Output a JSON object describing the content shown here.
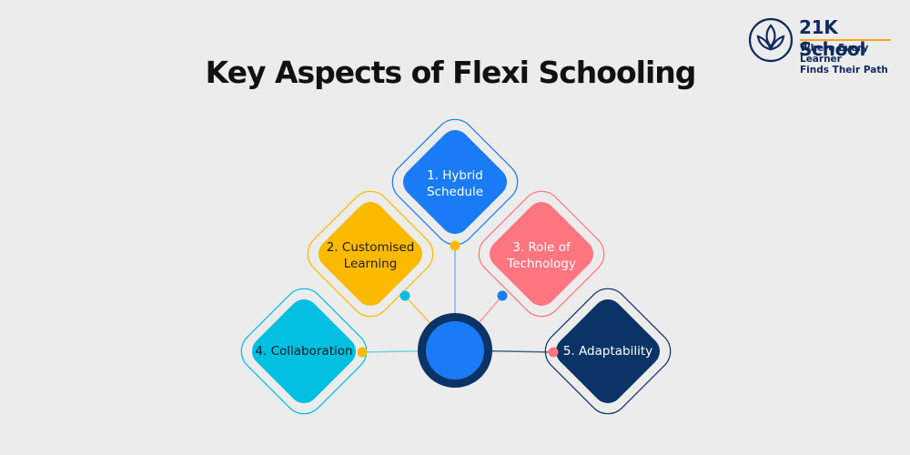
{
  "brand": {
    "name": "21K School",
    "tagline_line1": "Where Every Learner",
    "tagline_line2": "Finds Their Path",
    "navy": "#0f2a5e",
    "accent": "#f6a623"
  },
  "title": "Key Aspects of Flexi Schooling",
  "nodes": [
    {
      "label_line1": "1. Hybrid",
      "label_line2": "Schedule",
      "color": "#1a7bf6"
    },
    {
      "label_line1": "2. Customised",
      "label_line2": "Learning",
      "color": "#fbba00"
    },
    {
      "label_line1": "3. Role of",
      "label_line2": "Technology",
      "color": "#ff7580"
    },
    {
      "label_line1": "4. Collaboration",
      "label_line2": "",
      "color": "#00bfe0"
    },
    {
      "label_line1": "5. Adaptability",
      "label_line2": "",
      "color": "#0b3366"
    }
  ],
  "hub": {
    "fill": "#1a7bf6",
    "ring": "#0b3366"
  }
}
